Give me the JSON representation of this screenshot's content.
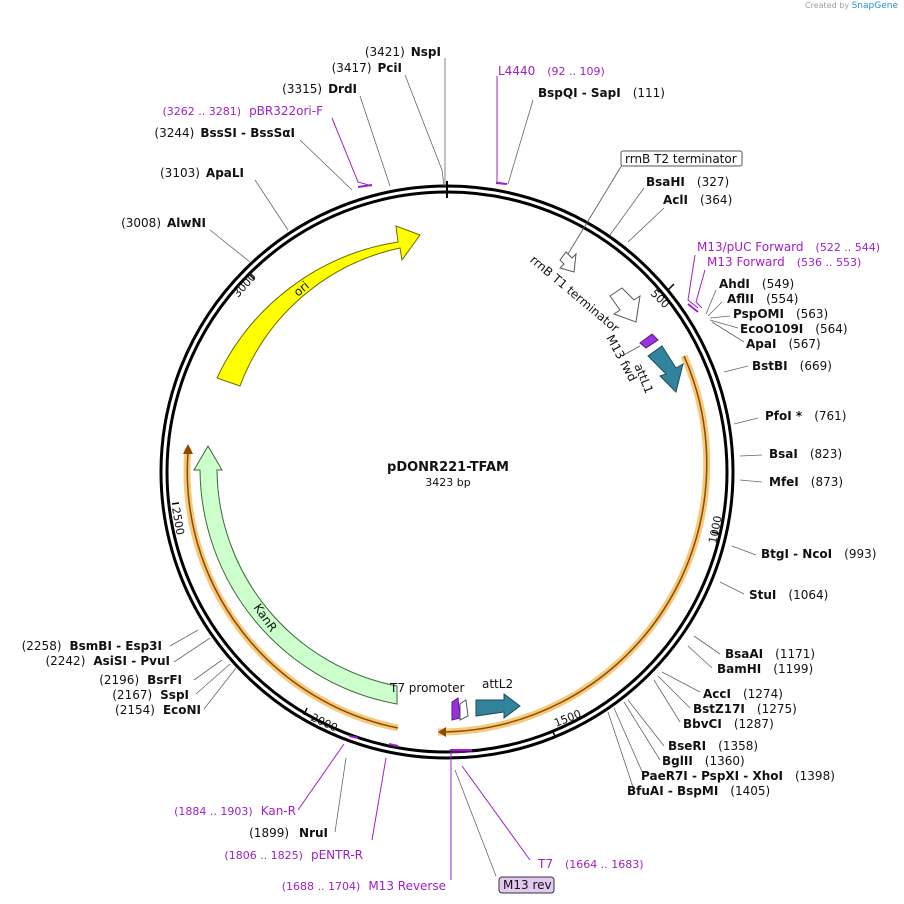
{
  "credit": {
    "prefix": "Created by",
    "brand": "SnapGene"
  },
  "plasmid": {
    "name": "pDONR221-TFAM",
    "length": "3423 bp"
  },
  "ticks": [
    "500",
    "1000",
    "1500",
    "2000",
    "2500",
    "3000"
  ],
  "features": {
    "ori": "ori",
    "kanr": "KanR",
    "attl1": "attL1",
    "attl2": "attL2",
    "m13fwd": "M13 fwd",
    "rrnb_t1": "rrnB T1 terminator",
    "rrnb_t2": "rrnB T2 terminator",
    "t7prom": "T7 promoter",
    "m13rev": "M13 rev"
  },
  "sites": [
    {
      "name": "NspI",
      "pos": "(3421)",
      "side": "L"
    },
    {
      "name": "PciI",
      "pos": "(3417)",
      "side": "L"
    },
    {
      "name": "DrdI",
      "pos": "(3315)",
      "side": "L"
    },
    {
      "name": "BssSI  -  BssSαI",
      "pos": "(3244)",
      "side": "L"
    },
    {
      "name": "ApaLI",
      "pos": "(3103)",
      "side": "L"
    },
    {
      "name": "AlwNI",
      "pos": "(3008)",
      "side": "L"
    },
    {
      "name": "BspQI  -  SapI",
      "pos": "(111)",
      "side": "R"
    },
    {
      "name": "BsaHI",
      "pos": "(327)",
      "side": "R"
    },
    {
      "name": "AclI",
      "pos": "(364)",
      "side": "R"
    },
    {
      "name": "AhdI",
      "pos": "(549)",
      "side": "R"
    },
    {
      "name": "AflII",
      "pos": "(554)",
      "side": "R"
    },
    {
      "name": "PspOMI",
      "pos": "(563)",
      "side": "R"
    },
    {
      "name": "EcoO109I",
      "pos": "(564)",
      "side": "R"
    },
    {
      "name": "ApaI",
      "pos": "(567)",
      "side": "R"
    },
    {
      "name": "BstBI",
      "pos": "(669)",
      "side": "R"
    },
    {
      "name": "PfoI *",
      "pos": "(761)",
      "side": "R"
    },
    {
      "name": "BsaI",
      "pos": "(823)",
      "side": "R"
    },
    {
      "name": "MfeI",
      "pos": "(873)",
      "side": "R"
    },
    {
      "name": "BtgI  -  NcoI",
      "pos": "(993)",
      "side": "R"
    },
    {
      "name": "StuI",
      "pos": "(1064)",
      "side": "R"
    },
    {
      "name": "BsaAI",
      "pos": "(1171)",
      "side": "R"
    },
    {
      "name": "BamHI",
      "pos": "(1199)",
      "side": "R"
    },
    {
      "name": "AccI",
      "pos": "(1274)",
      "side": "R"
    },
    {
      "name": "BstZ17I",
      "pos": "(1275)",
      "side": "R"
    },
    {
      "name": "BbvCI",
      "pos": "(1287)",
      "side": "R"
    },
    {
      "name": "BseRI",
      "pos": "(1358)",
      "side": "R"
    },
    {
      "name": "BglII",
      "pos": "(1360)",
      "side": "R"
    },
    {
      "name": "PaeR7I  -  PspXI  -  XhoI",
      "pos": "(1398)",
      "side": "R"
    },
    {
      "name": "BfuAI  -  BspMI",
      "pos": "(1405)",
      "side": "R"
    },
    {
      "name": "NruI",
      "pos": "(1899)",
      "side": "L"
    },
    {
      "name": "BsmBI  -  Esp3I",
      "pos": "(2258)",
      "side": "L"
    },
    {
      "name": "AsiSI  -  PvuI",
      "pos": "(2242)",
      "side": "L"
    },
    {
      "name": "BsrFI",
      "pos": "(2196)",
      "side": "L"
    },
    {
      "name": "SspI",
      "pos": "(2167)",
      "side": "L"
    },
    {
      "name": "EcoNI",
      "pos": "(2154)",
      "side": "L"
    }
  ],
  "primers": [
    {
      "name": "L4440",
      "range": "(92 .. 109)"
    },
    {
      "name": "pBR322ori-F",
      "range": "(3262 .. 3281)"
    },
    {
      "name": "M13/pUC Forward",
      "range": "(522 .. 544)"
    },
    {
      "name": "M13 Forward",
      "range": "(536 .. 553)"
    },
    {
      "name": "Kan-R",
      "range": "(1884 .. 1903)"
    },
    {
      "name": "pENTR-R",
      "range": "(1806 .. 1825)"
    },
    {
      "name": "M13 Reverse",
      "range": "(1688 .. 1704)"
    },
    {
      "name": "T7",
      "range": "(1664 .. 1683)"
    }
  ],
  "colors": {
    "ori": "#ffff00",
    "kanr": "#ccffcc",
    "att": "#31849b",
    "primer": "#a020c8",
    "insert_outline": "#f5c26b",
    "backbone": "#000000"
  }
}
